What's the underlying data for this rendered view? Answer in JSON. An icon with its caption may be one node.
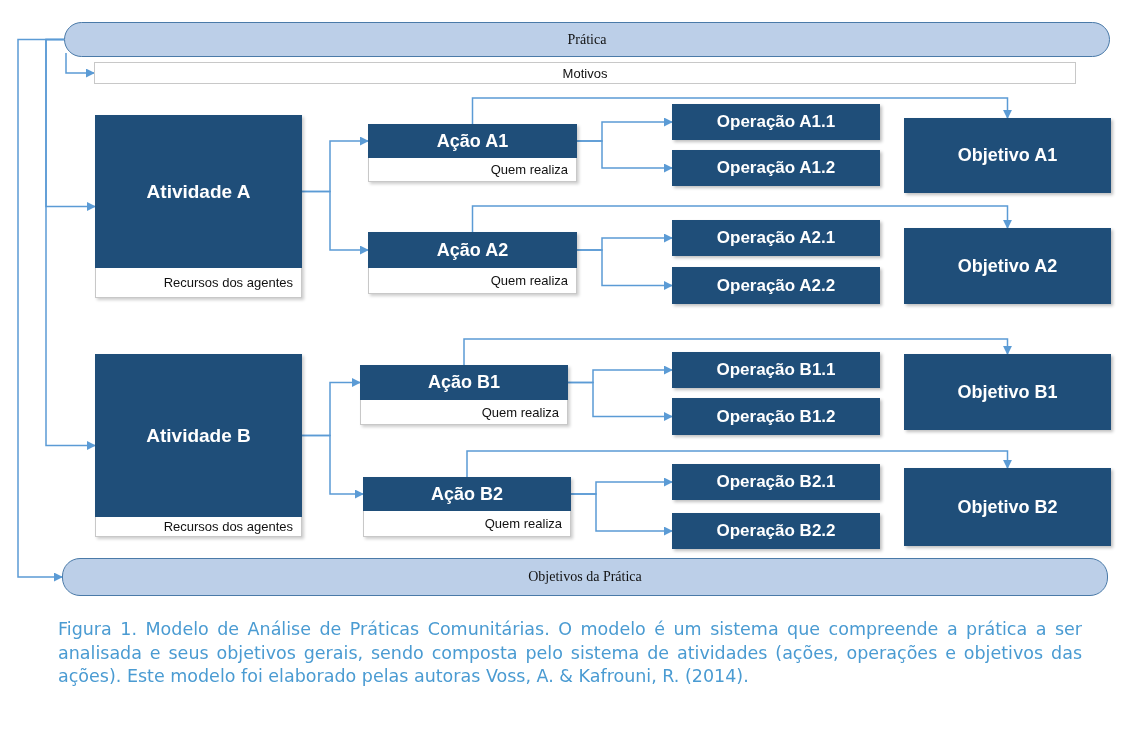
{
  "diagram": {
    "caption": "Figura 1. Modelo de Análise de Práticas Comunitárias. O modelo é um sistema que compreende a prática a ser analisada e seus objetivos gerais, sendo composta pelo sistema de atividades (ações, operações e objetivos das ações). Este modelo foi elaborado pelas autoras Voss, A. & Kafrouni, R. (2014).",
    "nodes": [
      {
        "text": [
          "Prática"
        ]
      },
      {
        "text": [
          "Motivos"
        ]
      },
      {
        "text": [
          "Atividade A",
          "Recursos dos agentes"
        ]
      },
      {
        "text": [
          "Ação A1",
          "Quem realiza"
        ]
      },
      {
        "text": [
          "Operação A1.1"
        ]
      },
      {
        "text": [
          "Operação A1.2"
        ]
      },
      {
        "text": [
          "Objetivo A1"
        ]
      },
      {
        "text": [
          "Ação A2",
          "Quem realiza"
        ]
      },
      {
        "text": [
          "Operação A2.1"
        ]
      },
      {
        "text": [
          "Operação A2.2"
        ]
      },
      {
        "text": [
          "Objetivo A2"
        ]
      },
      {
        "text": [
          "Atividade B",
          "Recursos dos agentes"
        ]
      },
      {
        "text": [
          "Ação B1",
          "Quem realiza"
        ]
      },
      {
        "text": [
          "Operação B1.1"
        ]
      },
      {
        "text": [
          "Operação B1.2"
        ]
      },
      {
        "text": [
          "Objetivo B1"
        ]
      },
      {
        "text": [
          "Ação B2",
          "Quem realiza"
        ]
      },
      {
        "text": [
          "Operação B2.1"
        ]
      },
      {
        "text": [
          "Operação B2.2"
        ]
      },
      {
        "text": [
          "Objetivo B2"
        ]
      },
      {
        "text": [
          "Objetivos da Prática"
        ]
      }
    ],
    "edges": [
      {
        "from": 0,
        "to": 1,
        "arrow": "to"
      },
      {
        "from": 0,
        "to": 2,
        "arrow": "to"
      },
      {
        "from": 0,
        "to": 11,
        "arrow": "to"
      },
      {
        "from": 0,
        "to": 20,
        "arrow": "to"
      },
      {
        "from": 2,
        "to": 3,
        "arrow": "to"
      },
      {
        "from": 2,
        "to": 7,
        "arrow": "to"
      },
      {
        "from": 3,
        "to": 4,
        "arrow": "to"
      },
      {
        "from": 3,
        "to": 5,
        "arrow": "to"
      },
      {
        "from": 3,
        "to": 6,
        "arrow": "to"
      },
      {
        "from": 7,
        "to": 8,
        "arrow": "to"
      },
      {
        "from": 7,
        "to": 9,
        "arrow": "to"
      },
      {
        "from": 7,
        "to": 10,
        "arrow": "to"
      },
      {
        "from": 11,
        "to": 12,
        "arrow": "to"
      },
      {
        "from": 11,
        "to": 16,
        "arrow": "to"
      },
      {
        "from": 12,
        "to": 13,
        "arrow": "to"
      },
      {
        "from": 12,
        "to": 14,
        "arrow": "to"
      },
      {
        "from": 12,
        "to": 15,
        "arrow": "to"
      },
      {
        "from": 16,
        "to": 17,
        "arrow": "to"
      },
      {
        "from": 16,
        "to": 18,
        "arrow": "to"
      },
      {
        "from": 16,
        "to": 19,
        "arrow": "to"
      }
    ]
  }
}
